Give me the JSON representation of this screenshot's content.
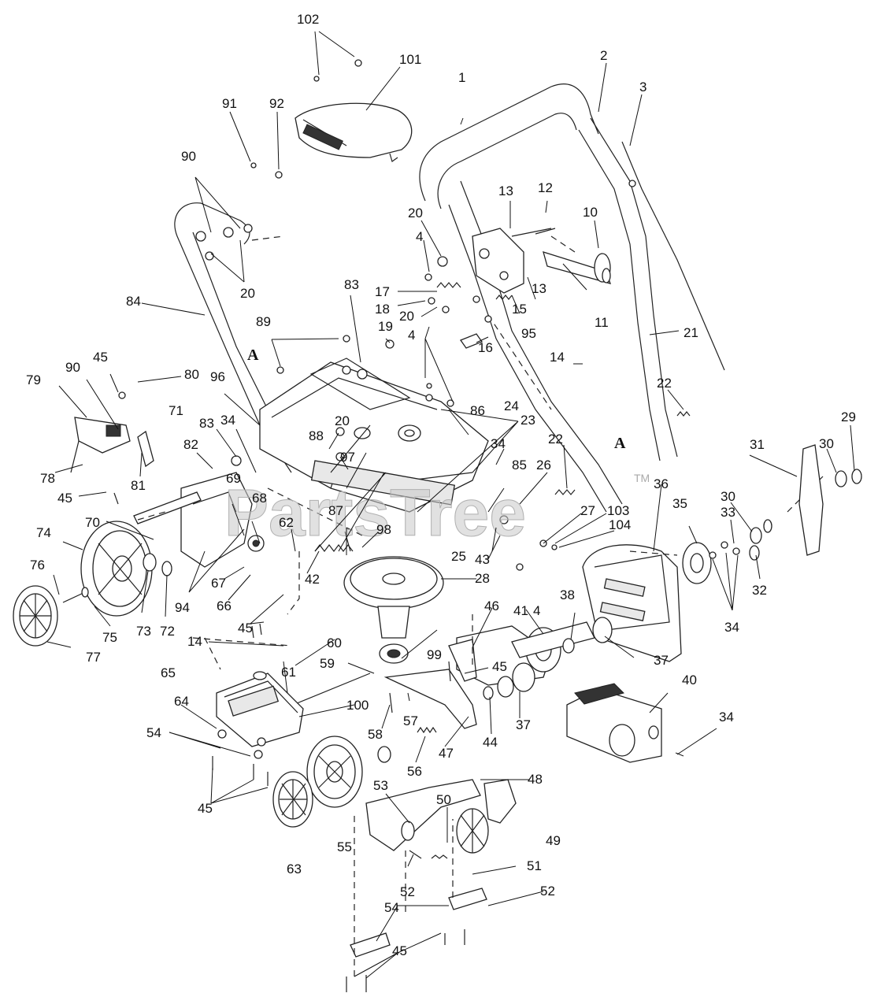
{
  "diagram": {
    "watermark": "PartsTree",
    "watermark_tm": "TM",
    "section_markers": [
      "A",
      "A"
    ],
    "callouts": {
      "c1": "1",
      "c2": "2",
      "c3": "3",
      "c4a": "4",
      "c4b": "4",
      "c4c": "4",
      "c10": "10",
      "c11": "11",
      "c12": "12",
      "c13a": "13",
      "c13b": "13",
      "c14a": "14",
      "c14b": "14",
      "c15": "15",
      "c16": "16",
      "c17": "17",
      "c18": "18",
      "c19": "19",
      "c20a": "20",
      "c20b": "20",
      "c20c": "20",
      "c20d": "20",
      "c21": "21",
      "c22a": "22",
      "c22b": "22",
      "c23": "23",
      "c24": "24",
      "c25": "25",
      "c26": "26",
      "c27": "27",
      "c28": "28",
      "c29": "29",
      "c30a": "30",
      "c30b": "30",
      "c31": "31",
      "c32": "32",
      "c33": "33",
      "c34a": "34",
      "c34b": "34",
      "c34c": "34",
      "c34d": "34",
      "c35": "35",
      "c36": "36",
      "c37a": "37",
      "c37b": "37",
      "c38": "38",
      "c40": "40",
      "c41": "41",
      "c42": "42",
      "c43": "43",
      "c44": "44",
      "c45a": "45",
      "c45b": "45",
      "c45c": "45",
      "c45d": "45",
      "c45e": "45",
      "c45f": "45",
      "c46": "46",
      "c47": "47",
      "c48": "48",
      "c49": "49",
      "c50": "50",
      "c51": "51",
      "c52a": "52",
      "c52b": "52",
      "c53": "53",
      "c54a": "54",
      "c54b": "54",
      "c55": "55",
      "c56": "56",
      "c57": "57",
      "c58": "58",
      "c59": "59",
      "c60": "60",
      "c61": "61",
      "c62": "62",
      "c63": "63",
      "c64": "64",
      "c65": "65",
      "c66": "66",
      "c67": "67",
      "c68": "68",
      "c69": "69",
      "c70": "70",
      "c71": "71",
      "c72": "72",
      "c73": "73",
      "c74": "74",
      "c75": "75",
      "c76": "76",
      "c77": "77",
      "c78": "78",
      "c79": "79",
      "c80": "80",
      "c81": "81",
      "c82": "82",
      "c83a": "83",
      "c83b": "83",
      "c84": "84",
      "c85": "85",
      "c86": "86",
      "c87": "87",
      "c88": "88",
      "c89": "89",
      "c90a": "90",
      "c90b": "90",
      "c91": "91",
      "c92": "92",
      "c94": "94",
      "c95": "95",
      "c96": "96",
      "c97": "97",
      "c98": "98",
      "c99": "99",
      "c100": "100",
      "c101": "101",
      "c102": "102",
      "c103": "103",
      "c104": "104"
    }
  }
}
